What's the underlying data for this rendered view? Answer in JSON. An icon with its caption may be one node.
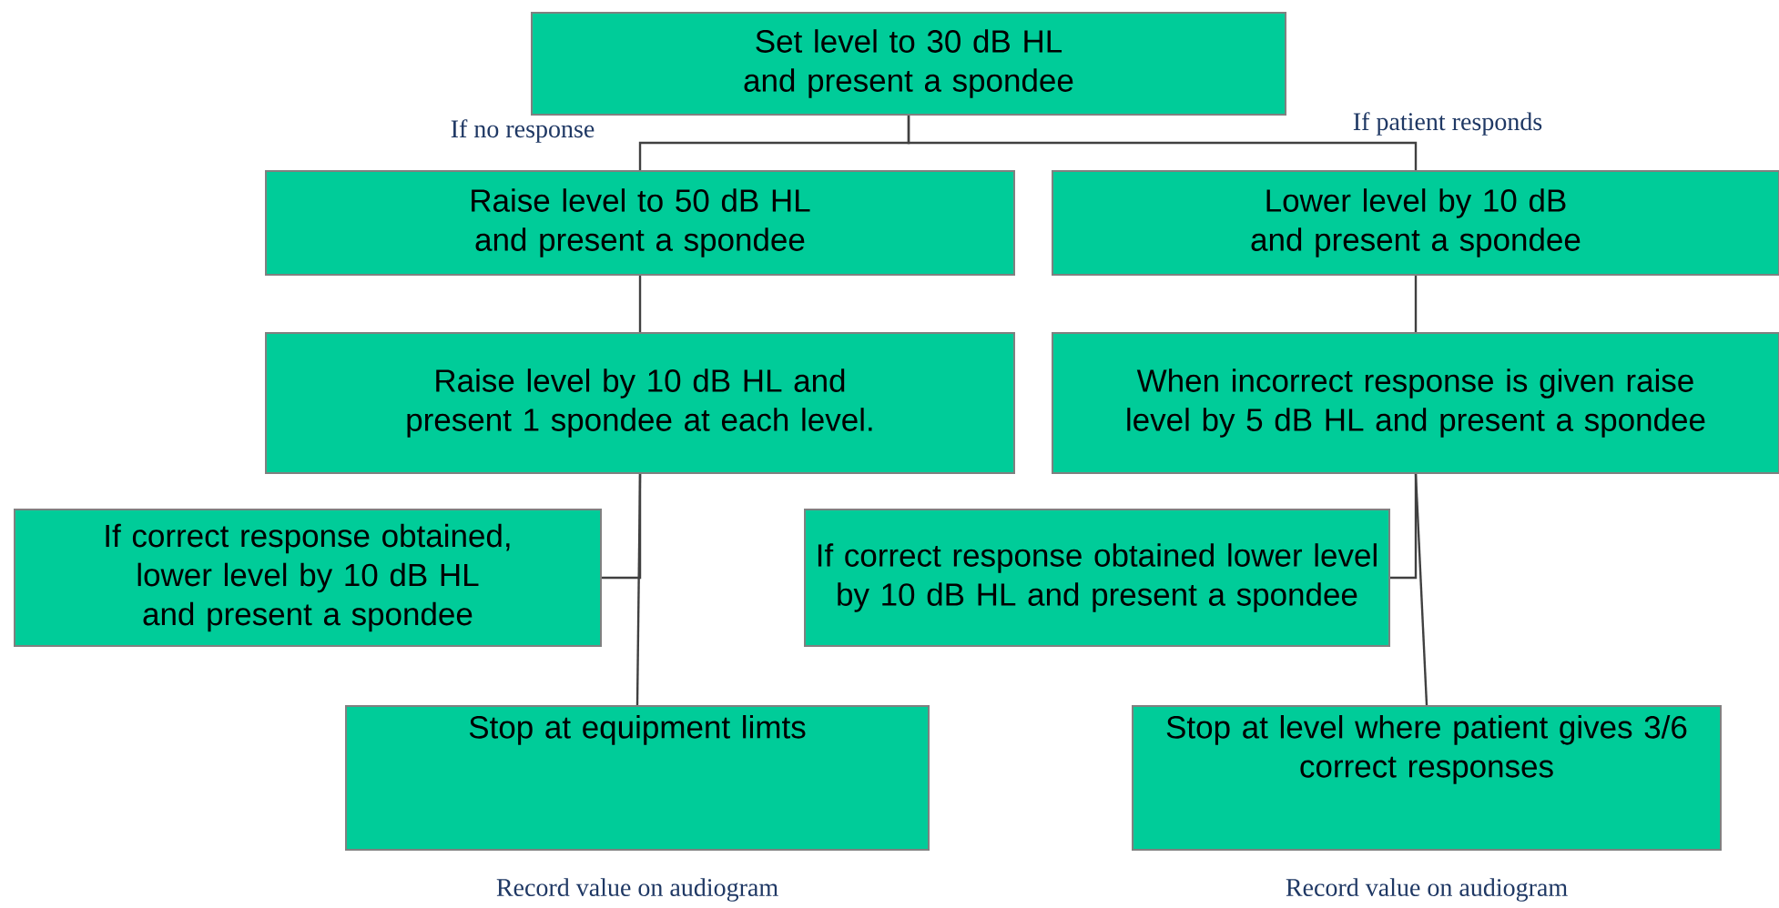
{
  "diagram": {
    "nodes": [
      {
        "text": [
          "Set level to 30 dB HL and present a spondee"
        ]
      },
      {
        "text": [
          "Raise level to 50 dB HL and present a spondee"
        ]
      },
      {
        "text": [
          "Lower level by 10 dB and present a spondee"
        ]
      },
      {
        "text": [
          "Raise level by 10 dB HL and present 1 spondee at each level."
        ]
      },
      {
        "text": [
          "When incorrect response is given raise level by 5 dB HL and present a spondee"
        ]
      },
      {
        "text": [
          "If correct response obtained, lower level by 10 dB HL and present a spondee"
        ]
      },
      {
        "text": [
          "Stop at equipment limts"
        ],
        "beside": [
          "Record value on audiogram"
        ]
      },
      {
        "text": [
          "If correct response obtained lower level by 10 dB HL and present a spondee"
        ]
      },
      {
        "text": [
          "Stop at level where patient gives 3/6 correct responses"
        ],
        "beside": [
          "Record value on audiogram"
        ]
      }
    ],
    "edges": [
      {
        "from": 0,
        "to": 1,
        "arrow": "none",
        "label": "If no response"
      },
      {
        "from": 0,
        "to": 2,
        "arrow": "none",
        "label": "If patient responds"
      },
      {
        "from": 1,
        "to": 3,
        "arrow": "none"
      },
      {
        "from": 2,
        "to": 4,
        "arrow": "none"
      },
      {
        "from": 3,
        "to": 5,
        "arrow": "none"
      },
      {
        "from": 3,
        "to": 6,
        "arrow": "none"
      },
      {
        "from": 4,
        "to": 7,
        "arrow": "none"
      },
      {
        "from": 4,
        "to": 8,
        "arrow": "none"
      }
    ]
  }
}
